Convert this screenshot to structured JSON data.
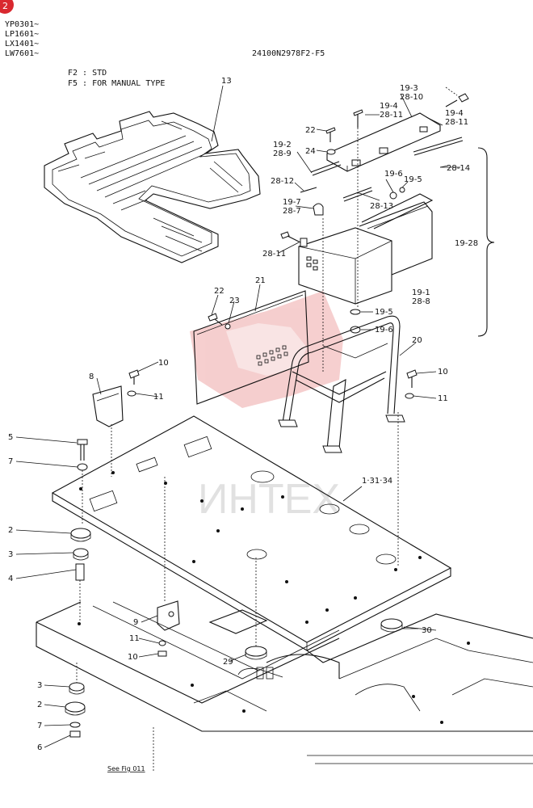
{
  "corner_badge": "2",
  "models": [
    "YP0301~",
    "LP1601~",
    "LX1401~",
    "LW7601~"
  ],
  "drawing_number": "24100N2978F2-F5",
  "notes": [
    "F2 : STD",
    "F5 : FOR  MANUAL  TYPE"
  ],
  "watermark": "ИНТЕХ",
  "bracket_label": "19-28",
  "see_fig": "See Fig 011",
  "callouts": {
    "c13": "13",
    "c19_3": "19-3",
    "c28_10": "28-10",
    "c19_4a": "19-4",
    "c28_11a": "28-11",
    "c19_4b": "19-4",
    "c28_11b": "28-11",
    "c22a": "22",
    "c24": "24",
    "c19_2": "19-2",
    "c28_9": "28-9",
    "c28_14": "28-14",
    "c28_12": "28-12",
    "c19_6a": "19-6",
    "c19_5a": "19-5",
    "c28_13": "28-13",
    "c19_7": "19-7",
    "c28_7": "28-7",
    "c28_11c": "28-11",
    "c19_1": "19-1",
    "c28_8": "28-8",
    "c19_5b": "19-5",
    "c19_6b": "19-6",
    "c21": "21",
    "c22b": "22",
    "c23": "23",
    "c20": "20",
    "c10a": "10",
    "c11a": "11",
    "c8": "8",
    "c10b": "10",
    "c11b": "11",
    "c5": "5",
    "c7a": "7",
    "c1_31_34": "1·31·34",
    "c2a": "2",
    "c3a": "3",
    "c4": "4",
    "c9": "9",
    "c11c": "11",
    "c10c": "10",
    "c29": "29",
    "c30": "30",
    "c3b": "3",
    "c2b": "2",
    "c7b": "7",
    "c6": "6"
  },
  "colors": {
    "watermark": "#e8898a",
    "badge": "#d9282f",
    "ink": "#111111"
  }
}
